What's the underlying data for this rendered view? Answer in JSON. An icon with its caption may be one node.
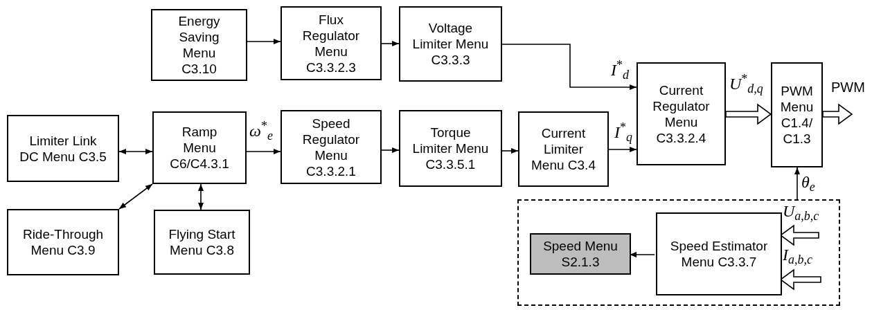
{
  "diagram": {
    "nodes": [
      {
        "text": [
          "Energy Saving Menu C3.10"
        ]
      },
      {
        "text": [
          "Flux Regulator Menu C3.3.2.3"
        ]
      },
      {
        "text": [
          "Voltage Limiter Menu C3.3.3"
        ]
      },
      {
        "text": [
          "Limiter Link DC Menu C3.5"
        ]
      },
      {
        "text": [
          "Ramp Menu C6/C4.3.1"
        ]
      },
      {
        "text": [
          "Speed Regulator Menu C3.3.2.1"
        ]
      },
      {
        "text": [
          "Torque Limiter Menu C3.3.5.1"
        ]
      },
      {
        "text": [
          "Current Limiter Menu C3.4"
        ]
      },
      {
        "text": [
          "Current Regulator Menu C3.3.2.4"
        ]
      },
      {
        "text": [
          "PWM Menu C1.4/ C1.3"
        ]
      },
      {
        "text": [
          "Ride-Through Menu C3.9"
        ]
      },
      {
        "text": [
          "Flying Start Menu C3.8"
        ]
      },
      {
        "text": [],
        "shape": "box"
      },
      {
        "text": [
          "Speed Menu S2.1.3"
        ],
        "in": 12
      },
      {
        "text": [
          "Speed Estimator Menu C3.3.7"
        ],
        "in": 12
      }
    ],
    "edges": [
      {
        "from": 0,
        "to": 1,
        "arrow": "to"
      },
      {
        "from": 1,
        "to": 2,
        "arrow": "to"
      },
      {
        "from": 2,
        "to": 8,
        "arrow": "to",
        "label": "*I*$^{*}$$_{d}$"
      },
      {
        "from": 3,
        "to": 4,
        "arrow": "both"
      },
      {
        "from": 4,
        "to": 5,
        "arrow": "to",
        "label": "*ω*$^{*}$$_{e}$"
      },
      {
        "from": 5,
        "to": 6,
        "arrow": "to"
      },
      {
        "from": 6,
        "to": 7,
        "arrow": "to"
      },
      {
        "from": 7,
        "to": 8,
        "arrow": "to",
        "label": "*I*$^{*}$$_{q}$"
      },
      {
        "from": 8,
        "to": 9,
        "arrow": "to",
        "label": "*U*$^{*}$$_{d,q}$",
        "style": "thick"
      },
      {
        "from": 9,
        "to": null,
        "arrow": "to",
        "label": "PWM",
        "style": "thick"
      },
      {
        "from": 10,
        "to": 4,
        "arrow": "both"
      },
      {
        "from": 4,
        "to": 11,
        "arrow": "both"
      },
      {
        "from": 12,
        "to": 9,
        "arrow": "to",
        "label": "*θ*$_{e}$"
      },
      {
        "from": 14,
        "to": 13,
        "arrow": "to"
      },
      {
        "from": null,
        "to": 14,
        "arrow": "to",
        "label": "*U*$_{a,b,c}$",
        "style": "thick"
      },
      {
        "from": null,
        "to": 14,
        "arrow": "to",
        "label": "*I*$_{a,b,c}$",
        "style": "thick"
      }
    ]
  }
}
